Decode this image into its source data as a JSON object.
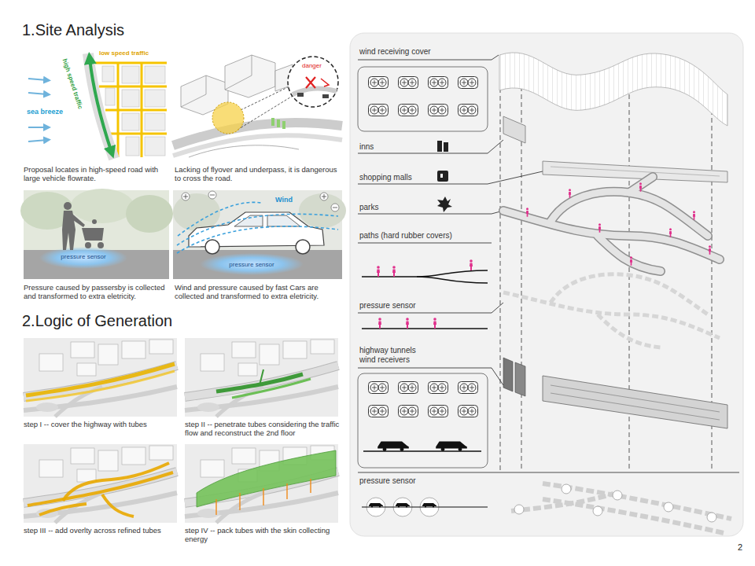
{
  "diagram": {
    "labels": [
      "1.Site Analysis",
      "low speed traffic",
      "high speed traffic",
      "sea breeze",
      "danger",
      "Proposal locates in high-speed road with large vehicle flowrate.",
      "Lacking of flyover and underpass, it is dangerous to cross the road.",
      "pressure sensor",
      "Wind",
      "pressure sensor",
      "Pressure caused by passersby is collected and transformed to extra eletricity.",
      "Wind and pressure caused by fast Cars are collected and transformed to extra eletricity.",
      "2.Logic of Generation",
      "step I -- cover the highway with tubes",
      "step II -- penetrate tubes considering the traffic flow and reconstruct the 2nd floor",
      "step III -- add overlty across refined tubes",
      "step IV -- pack tubes with the skin collecting energy",
      "wind receiving cover",
      "inns",
      "shopping malls",
      "parks",
      "paths (hard rubber covers)",
      "pressure sensor",
      "highway tunnels wind receivers",
      "pressure sensor",
      "2"
    ]
  }
}
